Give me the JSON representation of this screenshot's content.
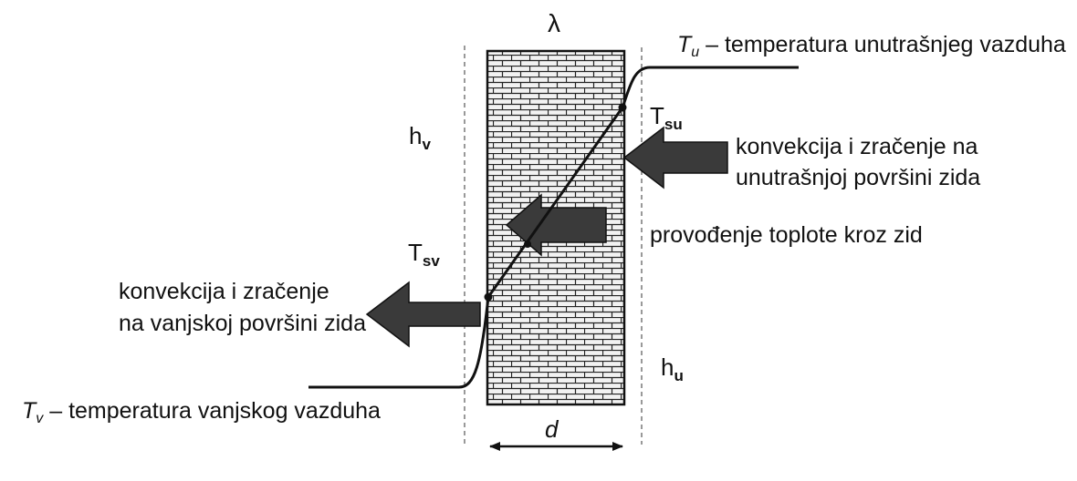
{
  "labels": {
    "lambda": "λ",
    "d": "d",
    "hv_main": "h",
    "hv_sub": "v",
    "hu_main": "h",
    "hu_sub": "u",
    "tsu_main": "T",
    "tsu_sub": "su",
    "tsv_main": "T",
    "tsv_sub": "sv",
    "tu_symbol": "T",
    "tu_sub": "u",
    "tu_text": " – temperatura unutrašnjeg vazduha",
    "tv_symbol": "T",
    "tv_sub": "v",
    "tv_text": " – temperatura vanjskog  vazduha",
    "inner_conv_line1": "konvekcija i zračenje na",
    "inner_conv_line2": "unutrašnjoj površini zida",
    "conduction": "provođenje toplote kroz zid",
    "outer_conv_line1": "konvekcija i zračenje",
    "outer_conv_line2": "na vanjskoj površini zida"
  },
  "colors": {
    "ink": "#111111",
    "arrow": "#3a3a3a",
    "brick_fill": "#f2f2f2"
  }
}
